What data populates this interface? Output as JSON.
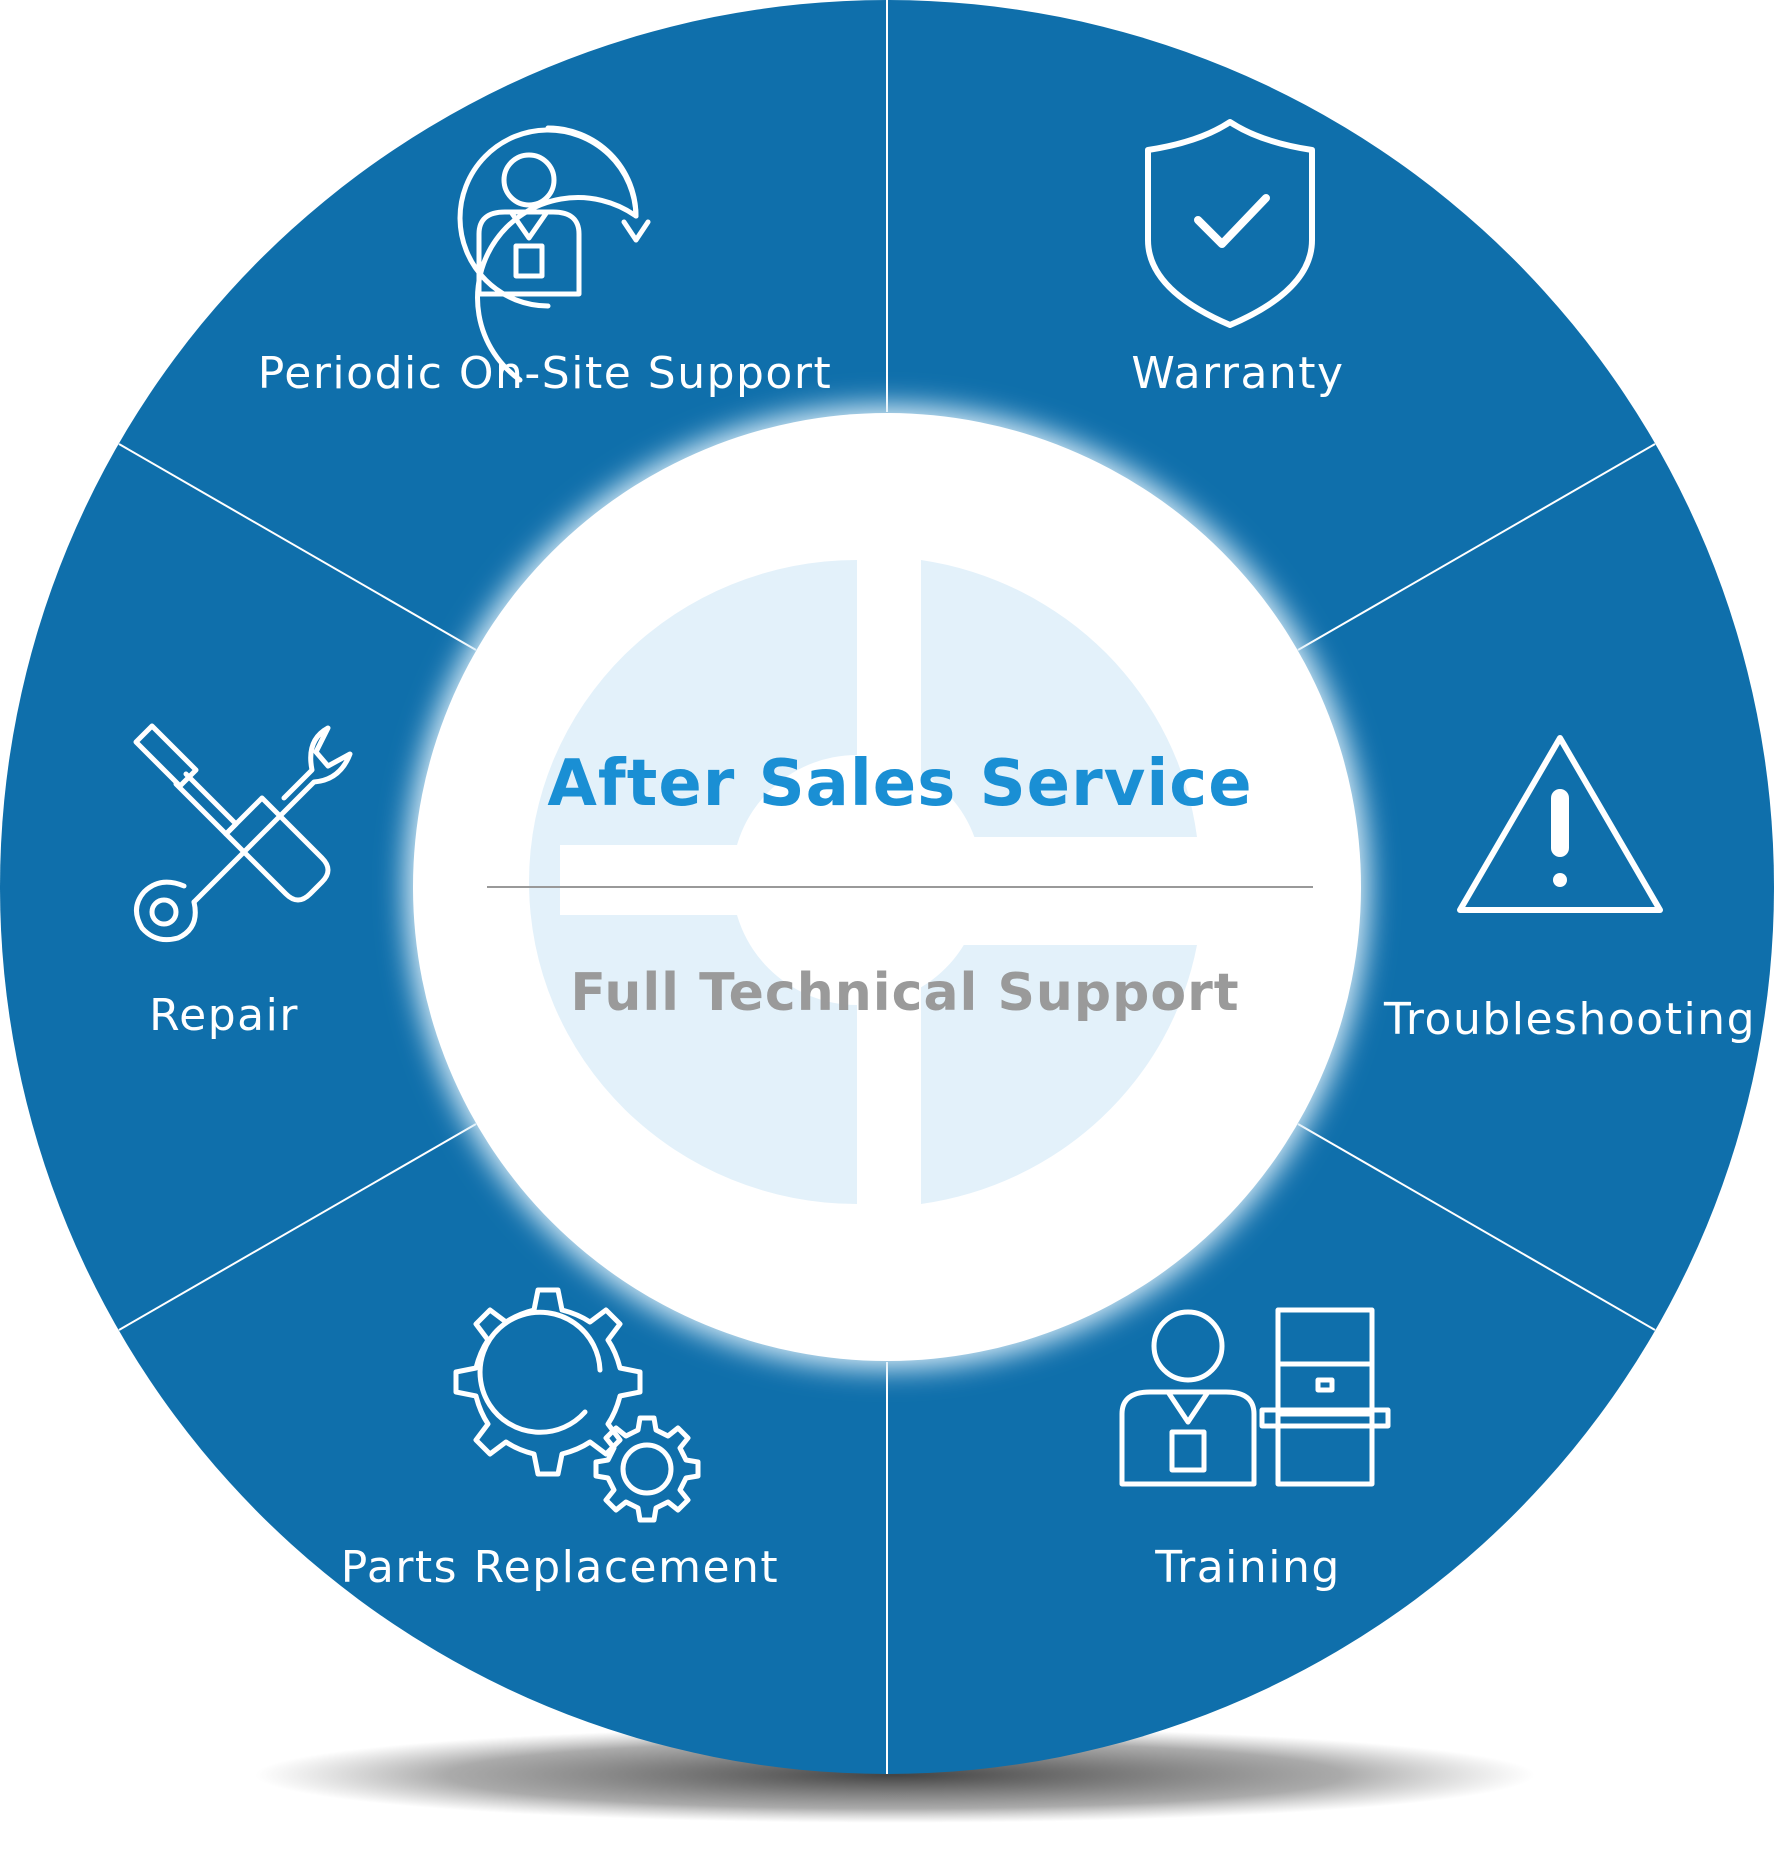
{
  "center": {
    "title": "After Sales Service",
    "subtitle": "Full Technical Support"
  },
  "segments": [
    {
      "label": "Periodic On-Site Support",
      "icon": "onsite-support-icon"
    },
    {
      "label": "Warranty",
      "icon": "shield-check-icon"
    },
    {
      "label": "Troubleshooting",
      "icon": "warning-triangle-icon"
    },
    {
      "label": "Training",
      "icon": "trainer-board-icon"
    },
    {
      "label": "Parts Replacement",
      "icon": "gears-icon"
    },
    {
      "label": "Repair",
      "icon": "wrench-screwdriver-icon"
    }
  ],
  "colors": {
    "ring": "#0f6fab",
    "divider": "#ffffff",
    "title": "#1a8fd4",
    "subtitle": "#9a9a9a",
    "watermark": "#e3f1fa"
  }
}
